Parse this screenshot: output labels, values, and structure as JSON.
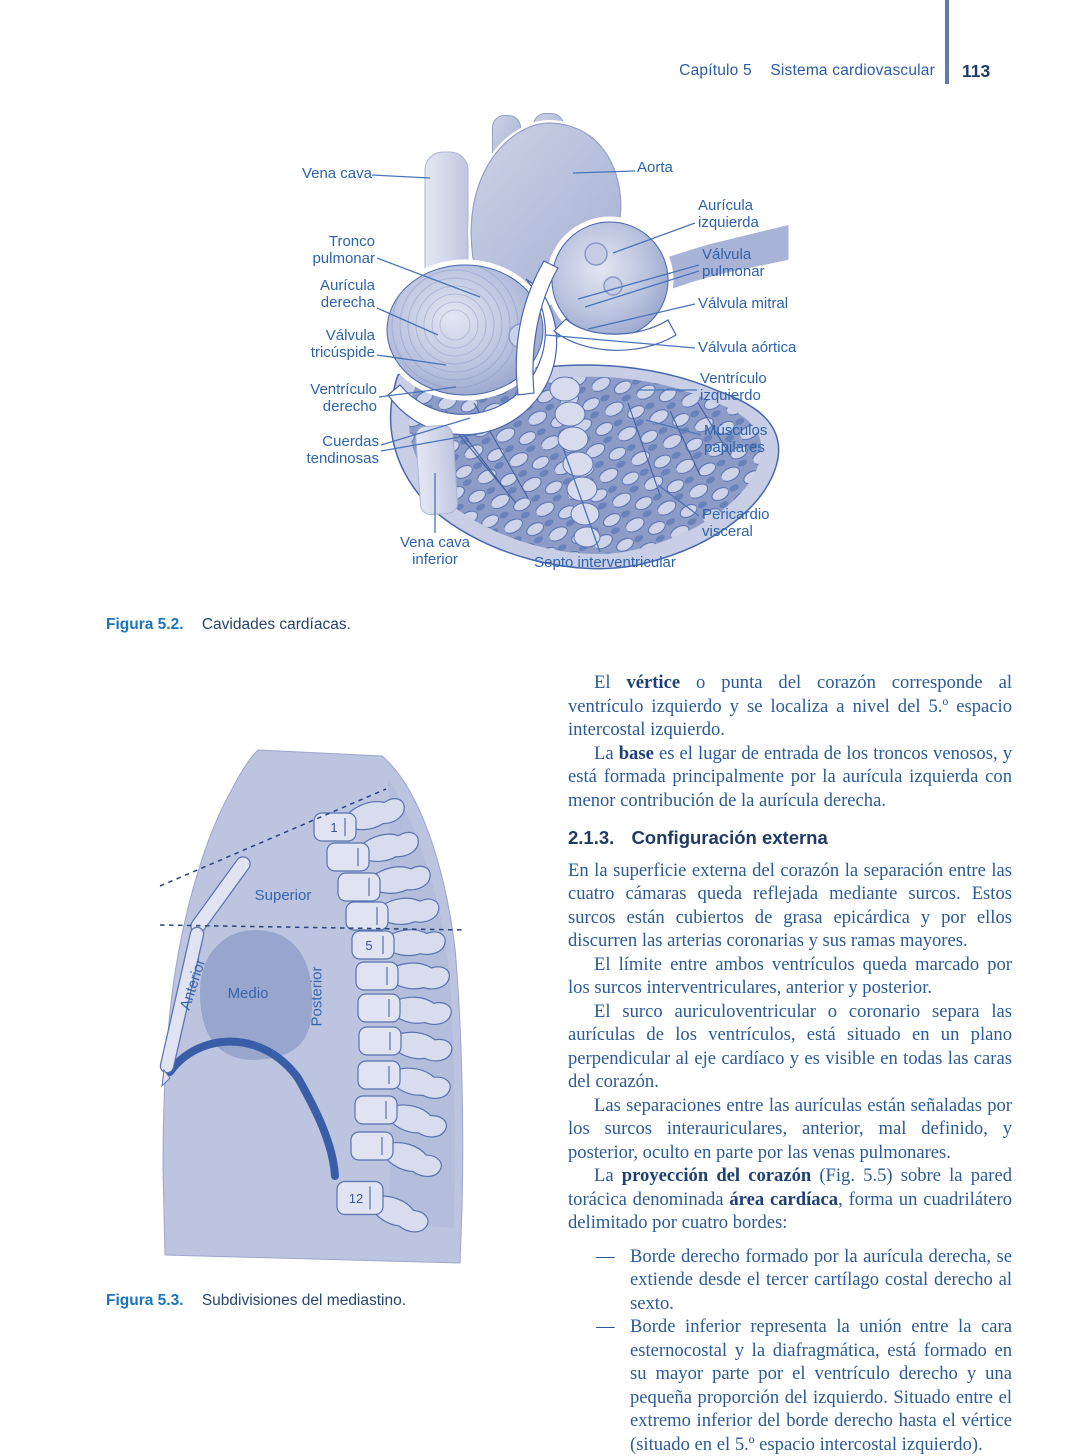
{
  "page_header": {
    "chapter": "Capítulo 5",
    "section": "Sistema cardiovascular",
    "page_number": "113"
  },
  "figure_heart": {
    "caption_label": "Figura 5.2.",
    "caption_text": "Cavidades cardíacas.",
    "labels": {
      "vena_cava": "Vena cava",
      "tronco_pulmonar": "Tronco pulmonar",
      "auricula_derecha": "Aurícula derecha",
      "valvula_tricuspide": "Válvula tricúspide",
      "ventriculo_derecho": "Ventrículo derecho",
      "cuerdas_tendinosas": "Cuerdas tendinosas",
      "vena_cava_inferior": "Vena cava inferior",
      "septo_interventricular": "Septo interventricular",
      "aorta": "Aorta",
      "auricula_izquierda": "Aurícula izquierda",
      "valvula_pulmonar": "Válvula pulmonar",
      "valvula_mitral": "Válvula mitral",
      "valvula_aortica": "Válvula aórtica",
      "ventriculo_izquierdo": "Ventrículo izquierdo",
      "musculos_papilares": "Músculos papilares",
      "pericardio_visceral": "Pericardio visceral"
    }
  },
  "figure_mediastinum": {
    "caption_label": "Figura 5.3.",
    "caption_text": "Subdivisiones del mediastino.",
    "labels": {
      "superior": "Superior",
      "anterior": "Anterior",
      "medio": "Medio",
      "posterior": "Posterior"
    },
    "vertebra_numbers": {
      "first": "1",
      "fifth": "5",
      "twelfth": "12"
    }
  },
  "content": {
    "p1": {
      "pre": "El ",
      "bold": "vértice",
      "post": " o punta del corazón corresponde al ventrículo izquierdo y se localiza a nivel del 5.º espacio intercostal izquierdo."
    },
    "p2": {
      "pre": "La ",
      "bold": "base",
      "post": " es el lugar de entrada de los troncos venosos, y está formada principalmente por la aurícula izquierda con menor contribución de la aurícula derecha."
    },
    "section_heading": {
      "number": "2.1.3.",
      "title": "Configuración externa"
    },
    "p3": "En la superficie externa del corazón la separación entre las cuatro cámaras queda reflejada mediante surcos. Estos surcos están cubiertos de grasa epicárdica y por ellos discurren las arterias coronarias y sus ramas mayores.",
    "p4": "El límite entre ambos ventrículos queda marcado por los surcos interventriculares, anterior y posterior.",
    "p5": "El surco auriculoventricular o coronario separa las aurículas de los ventrículos, está situado en un plano perpendicular al eje cardíaco y es visible en todas las caras del corazón.",
    "p6": "Las separaciones entre las aurículas están señaladas por los surcos interauriculares, anterior, mal definido, y posterior, oculto en parte por las venas pulmonares.",
    "p7": {
      "pre": "La ",
      "bold1": "proyección del corazón",
      "mid": " (Fig. 5.5) sobre la pared torácica denominada ",
      "bold2": "área cardíaca",
      "post": ", forma un cuadrilátero delimitado por cuatro bordes:"
    },
    "list": {
      "dash": "—",
      "item1": "Borde derecho formado por la aurícula derecha, se extiende desde el tercer cartílago costal derecho al sexto.",
      "item2": "Borde inferior representa la unión entre la cara esternocostal y la diafragmática, está formado en su mayor parte por el ventrículo derecho y una pequeña proporción del izquierdo. Situado entre el extremo inferior del borde derecho hasta el vértice (situado en el 5.º espacio intercostal izquierdo)."
    }
  }
}
